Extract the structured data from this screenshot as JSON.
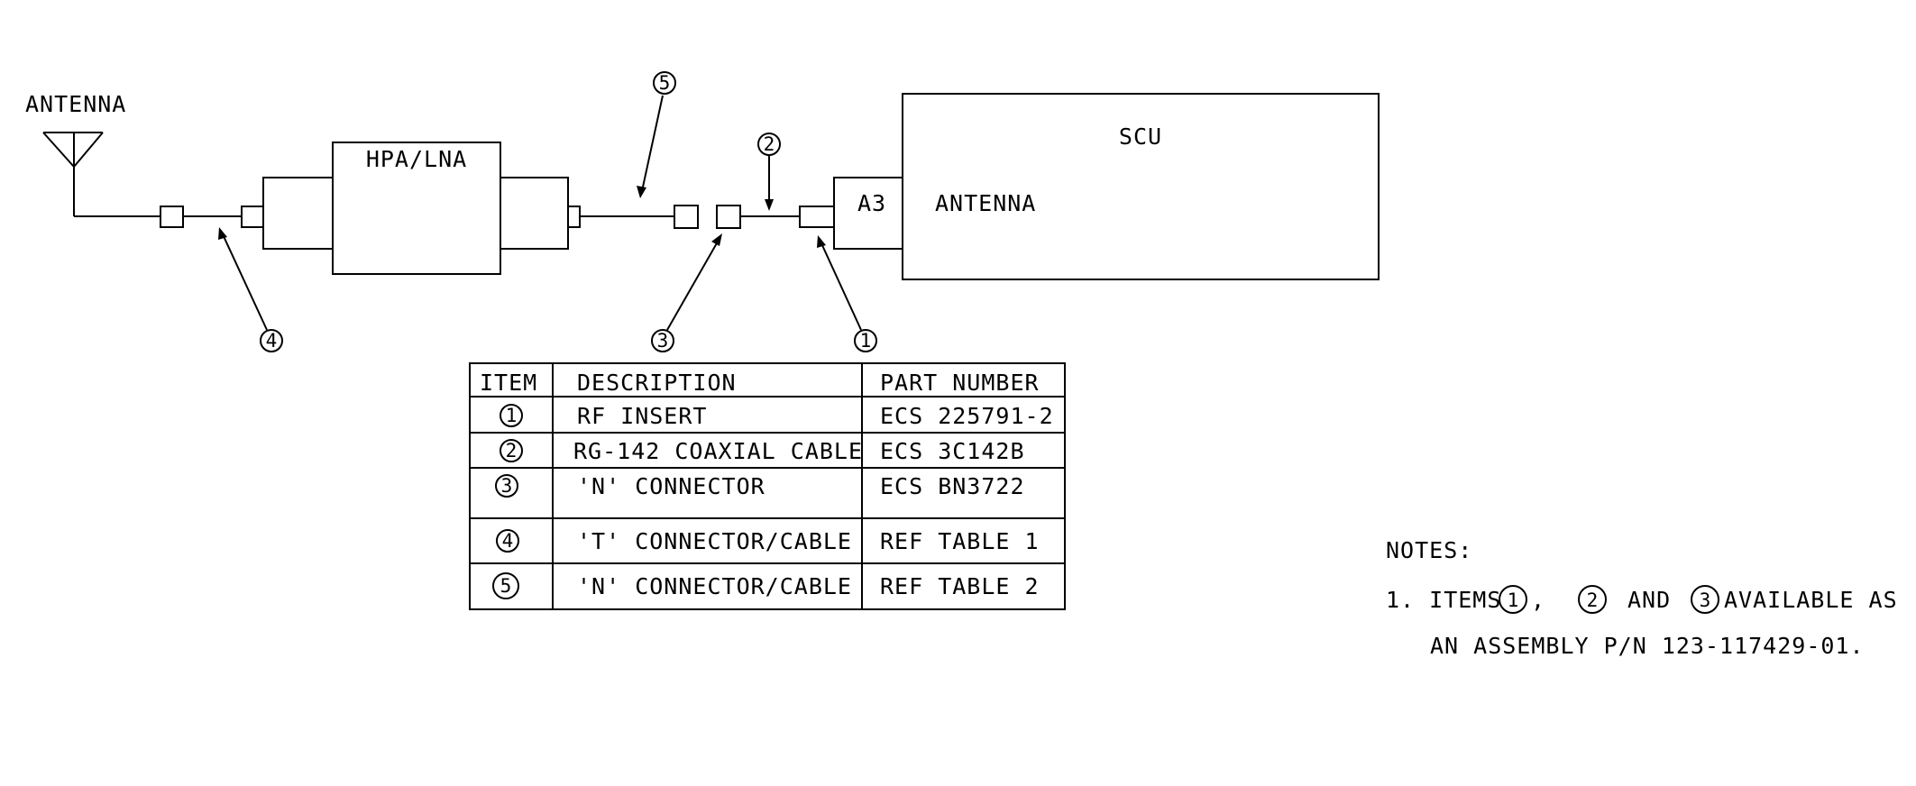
{
  "labels": {
    "antenna": "ANTENNA",
    "hpa_lna": "HPA/LNA",
    "scu": "SCU",
    "a3": "A3",
    "scu_antenna": "ANTENNA"
  },
  "callouts": {
    "c1": "1",
    "c2": "2",
    "c3": "3",
    "c4": "4",
    "c5": "5"
  },
  "table": {
    "headers": [
      "ITEM",
      "DESCRIPTION",
      "PART NUMBER"
    ],
    "rows": [
      {
        "item": "1",
        "description": "RF INSERT",
        "part": "ECS 225791-2"
      },
      {
        "item": "2",
        "description": "RG-142 COAXIAL CABLE",
        "part": "ECS 3C142B"
      },
      {
        "item": "3",
        "description": "'N' CONNECTOR",
        "part": "ECS BN3722"
      },
      {
        "item": "4",
        "description": "'T' CONNECTOR/CABLE",
        "part": "REF TABLE 1"
      },
      {
        "item": "5",
        "description": "'N' CONNECTOR/CABLE",
        "part": "REF TABLE 2"
      }
    ]
  },
  "notes": {
    "heading": "NOTES:",
    "line1_prefix": "1. ITEMS",
    "item_a": "1",
    "sep1": ",",
    "item_b": "2",
    "and": "AND",
    "item_c": "3",
    "line1_suffix": "AVAILABLE AS",
    "line2": "AN ASSEMBLY P/N 123-117429-01."
  }
}
